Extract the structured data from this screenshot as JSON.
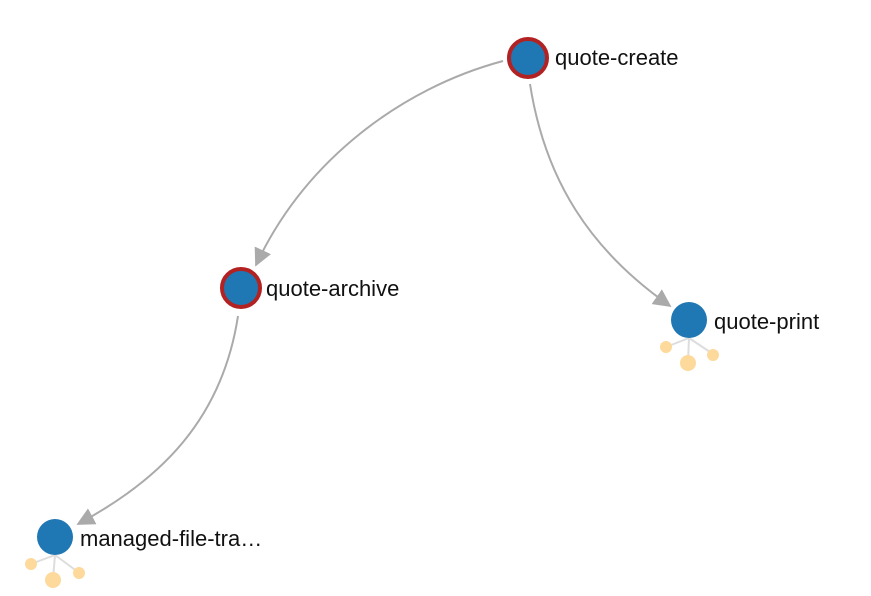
{
  "diagram": {
    "colors": {
      "node_fill": "#1f77b4",
      "highlight_stroke": "#b22222",
      "edge": "#aaaaaa",
      "child_node": "#fdd99b"
    },
    "nodes": [
      {
        "id": "quote-create",
        "label": "quote-create",
        "highlighted": true,
        "has_children": false
      },
      {
        "id": "quote-archive",
        "label": "quote-archive",
        "highlighted": true,
        "has_children": false
      },
      {
        "id": "quote-print",
        "label": "quote-print",
        "highlighted": false,
        "has_children": true
      },
      {
        "id": "managed-file-transfer",
        "label": "managed-file-tra…",
        "highlighted": false,
        "has_children": true
      }
    ],
    "edges": [
      {
        "from": "quote-create",
        "to": "quote-archive"
      },
      {
        "from": "quote-create",
        "to": "quote-print"
      },
      {
        "from": "quote-archive",
        "to": "managed-file-transfer"
      }
    ]
  }
}
